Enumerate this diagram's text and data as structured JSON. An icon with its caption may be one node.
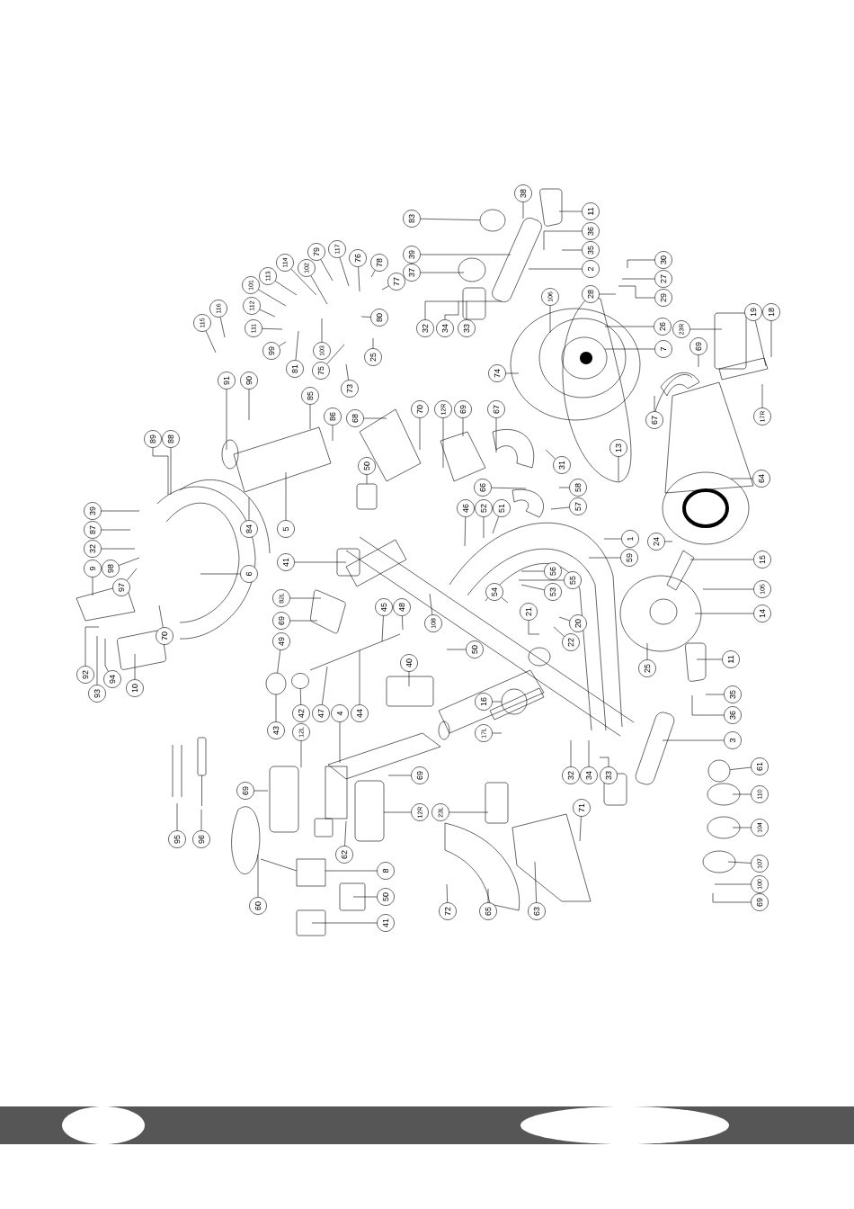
{
  "diagram": {
    "nodes": [
      {
        "text": [
          "38"
        ]
      },
      {
        "text": [
          "83"
        ]
      },
      {
        "text": [
          "11"
        ]
      },
      {
        "text": [
          "36"
        ]
      },
      {
        "text": [
          "35"
        ]
      },
      {
        "text": [
          "39"
        ]
      },
      {
        "text": [
          "2"
        ]
      },
      {
        "text": [
          "37"
        ]
      },
      {
        "text": [
          "30"
        ]
      },
      {
        "text": [
          "27"
        ]
      },
      {
        "text": [
          "29"
        ]
      },
      {
        "text": [
          "28"
        ]
      },
      {
        "text": [
          "32"
        ]
      },
      {
        "text": [
          "34"
        ]
      },
      {
        "text": [
          "33"
        ]
      },
      {
        "text": [
          "106"
        ]
      },
      {
        "text": [
          "26"
        ]
      },
      {
        "text": [
          "7"
        ]
      },
      {
        "text": [
          "23R"
        ]
      },
      {
        "text": [
          "69"
        ]
      },
      {
        "text": [
          "19"
        ]
      },
      {
        "text": [
          "18"
        ]
      },
      {
        "text": [
          "17R"
        ]
      },
      {
        "text": [
          "74"
        ]
      },
      {
        "text": [
          "67"
        ]
      },
      {
        "text": [
          "13"
        ]
      },
      {
        "text": [
          "64"
        ]
      },
      {
        "text": [
          "70"
        ]
      },
      {
        "text": [
          "12R"
        ]
      },
      {
        "text": [
          "69"
        ]
      },
      {
        "text": [
          "67"
        ]
      },
      {
        "text": [
          "31"
        ]
      },
      {
        "text": [
          "66"
        ]
      },
      {
        "text": [
          "58"
        ]
      },
      {
        "text": [
          "79"
        ]
      },
      {
        "text": [
          "117"
        ]
      },
      {
        "text": [
          "76"
        ]
      },
      {
        "text": [
          "78"
        ]
      },
      {
        "text": [
          "77"
        ]
      },
      {
        "text": [
          "114"
        ]
      },
      {
        "text": [
          "102"
        ]
      },
      {
        "text": [
          "113"
        ]
      },
      {
        "text": [
          "101"
        ]
      },
      {
        "text": [
          "112"
        ]
      },
      {
        "text": [
          "111"
        ]
      },
      {
        "text": [
          "99"
        ]
      },
      {
        "text": [
          "81"
        ]
      },
      {
        "text": [
          "103"
        ]
      },
      {
        "text": [
          "75"
        ]
      },
      {
        "text": [
          "73"
        ]
      },
      {
        "text": [
          "25"
        ]
      },
      {
        "text": [
          "80"
        ]
      },
      {
        "text": [
          "115"
        ]
      },
      {
        "text": [
          "116"
        ]
      },
      {
        "text": [
          "91"
        ]
      },
      {
        "text": [
          "90"
        ]
      },
      {
        "text": [
          "85"
        ]
      },
      {
        "text": [
          "86"
        ]
      },
      {
        "text": [
          "68"
        ]
      },
      {
        "text": [
          "89"
        ]
      },
      {
        "text": [
          "88"
        ]
      },
      {
        "text": [
          "84"
        ]
      },
      {
        "text": [
          "5"
        ]
      },
      {
        "text": [
          "50"
        ]
      },
      {
        "text": [
          "39"
        ]
      },
      {
        "text": [
          "87"
        ]
      },
      {
        "text": [
          "32"
        ]
      },
      {
        "text": [
          "9"
        ]
      },
      {
        "text": [
          "98"
        ]
      },
      {
        "text": [
          "97"
        ]
      },
      {
        "text": [
          "6"
        ]
      },
      {
        "text": [
          "70"
        ]
      },
      {
        "text": [
          "92"
        ]
      },
      {
        "text": [
          "93"
        ]
      },
      {
        "text": [
          "94"
        ]
      },
      {
        "text": [
          "10"
        ]
      },
      {
        "text": [
          "41"
        ]
      },
      {
        "text": [
          "82L"
        ]
      },
      {
        "text": [
          "69"
        ]
      },
      {
        "text": [
          "45"
        ]
      },
      {
        "text": [
          "48"
        ]
      },
      {
        "text": [
          "108"
        ]
      },
      {
        "text": [
          "49"
        ]
      },
      {
        "text": [
          "40"
        ]
      },
      {
        "text": [
          "43"
        ]
      },
      {
        "text": [
          "42"
        ]
      },
      {
        "text": [
          "47"
        ]
      },
      {
        "text": [
          "4"
        ]
      },
      {
        "text": [
          "44"
        ]
      },
      {
        "text": [
          "12L"
        ]
      },
      {
        "text": [
          "69"
        ]
      },
      {
        "text": [
          "69"
        ]
      },
      {
        "text": [
          "12R"
        ]
      },
      {
        "text": [
          "62"
        ]
      },
      {
        "text": [
          "95"
        ]
      },
      {
        "text": [
          "96"
        ]
      },
      {
        "text": [
          "8"
        ]
      },
      {
        "text": [
          "50"
        ]
      },
      {
        "text": [
          "41"
        ]
      },
      {
        "text": [
          "60"
        ]
      },
      {
        "text": [
          "46"
        ]
      },
      {
        "text": [
          "52"
        ]
      },
      {
        "text": [
          "51"
        ]
      },
      {
        "text": [
          "57"
        ]
      },
      {
        "text": [
          "1"
        ]
      },
      {
        "text": [
          "24"
        ]
      },
      {
        "text": [
          "59"
        ]
      },
      {
        "text": [
          "15"
        ]
      },
      {
        "text": [
          "56"
        ]
      },
      {
        "text": [
          "55"
        ]
      },
      {
        "text": [
          "105"
        ]
      },
      {
        "text": [
          "53"
        ]
      },
      {
        "text": [
          "54"
        ]
      },
      {
        "text": [
          "21"
        ]
      },
      {
        "text": [
          "20"
        ]
      },
      {
        "text": [
          "14"
        ]
      },
      {
        "text": [
          "22"
        ]
      },
      {
        "text": [
          "25"
        ]
      },
      {
        "text": [
          "50"
        ]
      },
      {
        "text": [
          "11"
        ]
      },
      {
        "text": [
          "35"
        ]
      },
      {
        "text": [
          "16"
        ]
      },
      {
        "text": [
          "36"
        ]
      },
      {
        "text": [
          "17L"
        ]
      },
      {
        "text": [
          "3"
        ]
      },
      {
        "text": [
          "32"
        ]
      },
      {
        "text": [
          "34"
        ]
      },
      {
        "text": [
          "33"
        ]
      },
      {
        "text": [
          "61"
        ]
      },
      {
        "text": [
          "110"
        ]
      },
      {
        "text": [
          "23L"
        ]
      },
      {
        "text": [
          "71"
        ]
      },
      {
        "text": [
          "104"
        ]
      },
      {
        "text": [
          "107"
        ]
      },
      {
        "text": [
          "100"
        ]
      },
      {
        "text": [
          "69"
        ]
      },
      {
        "text": [
          "72"
        ]
      },
      {
        "text": [
          "65"
        ]
      },
      {
        "text": [
          "63"
        ]
      },
      {
        "text": [],
        "shape": "circle"
      },
      {
        "text": [],
        "shape": "box"
      },
      {
        "text": [],
        "shape": "circle"
      },
      {
        "text": [],
        "shape": "circle"
      },
      {
        "text": [],
        "shape": "circle"
      },
      {
        "text": [],
        "shape": "circle"
      }
    ],
    "edges": [
      {
        "from": 0,
        "to": null,
        "arrow": "none"
      },
      {
        "from": 1,
        "to": 139,
        "arrow": "none"
      },
      {
        "from": 2,
        "to": null,
        "arrow": "none"
      },
      {
        "from": 3,
        "to": null,
        "arrow": "none"
      },
      {
        "from": 4,
        "to": null,
        "arrow": "none"
      },
      {
        "from": 5,
        "to": null,
        "arrow": "none"
      },
      {
        "from": 6,
        "to": null,
        "arrow": "none"
      },
      {
        "from": 7,
        "to": null,
        "arrow": "none"
      },
      {
        "from": 8,
        "to": null,
        "arrow": "none"
      },
      {
        "from": 9,
        "to": null,
        "arrow": "none"
      },
      {
        "from": 10,
        "to": null,
        "arrow": "none"
      },
      {
        "from": 11,
        "to": null,
        "arrow": "none"
      },
      {
        "from": 12,
        "to": null,
        "arrow": "none"
      },
      {
        "from": 13,
        "to": null,
        "arrow": "none"
      },
      {
        "from": 14,
        "to": null,
        "arrow": "none"
      },
      {
        "from": 15,
        "to": null,
        "arrow": "none"
      },
      {
        "from": 16,
        "to": null,
        "arrow": "none"
      },
      {
        "from": 17,
        "to": null,
        "arrow": "none"
      },
      {
        "from": 18,
        "to": null,
        "arrow": "none"
      },
      {
        "from": 19,
        "to": null,
        "arrow": "none"
      },
      {
        "from": 20,
        "to": null,
        "arrow": "none"
      },
      {
        "from": 21,
        "to": null,
        "arrow": "none"
      },
      {
        "from": 22,
        "to": null,
        "arrow": "none"
      },
      {
        "from": 23,
        "to": null,
        "arrow": "none"
      },
      {
        "from": 24,
        "to": null,
        "arrow": "none"
      },
      {
        "from": 25,
        "to": null,
        "arrow": "none"
      },
      {
        "from": 26,
        "to": null,
        "arrow": "none"
      },
      {
        "from": 27,
        "to": null,
        "arrow": "none"
      },
      {
        "from": 28,
        "to": null,
        "arrow": "none"
      },
      {
        "from": 29,
        "to": null,
        "arrow": "none"
      },
      {
        "from": 30,
        "to": null,
        "arrow": "none"
      },
      {
        "from": 31,
        "to": null,
        "arrow": "none"
      },
      {
        "from": 32,
        "to": null,
        "arrow": "none"
      },
      {
        "from": 33,
        "to": null,
        "arrow": "none"
      },
      {
        "from": 34,
        "to": null,
        "arrow": "none"
      },
      {
        "from": 35,
        "to": null,
        "arrow": "none"
      },
      {
        "from": 36,
        "to": null,
        "arrow": "none"
      },
      {
        "from": 37,
        "to": null,
        "arrow": "none"
      },
      {
        "from": 38,
        "to": null,
        "arrow": "none"
      },
      {
        "from": 39,
        "to": null,
        "arrow": "none"
      },
      {
        "from": 40,
        "to": null,
        "arrow": "none"
      },
      {
        "from": 41,
        "to": null,
        "arrow": "none"
      },
      {
        "from": 42,
        "to": null,
        "arrow": "none"
      },
      {
        "from": 43,
        "to": null,
        "arrow": "none"
      },
      {
        "from": 44,
        "to": null,
        "arrow": "none"
      },
      {
        "from": 45,
        "to": null,
        "arrow": "none"
      },
      {
        "from": 46,
        "to": null,
        "arrow": "none"
      },
      {
        "from": 47,
        "to": null,
        "arrow": "none"
      },
      {
        "from": 48,
        "to": null,
        "arrow": "none"
      },
      {
        "from": 49,
        "to": null,
        "arrow": "none"
      },
      {
        "from": 50,
        "to": null,
        "arrow": "none"
      },
      {
        "from": 51,
        "to": null,
        "arrow": "none"
      },
      {
        "from": 52,
        "to": null,
        "arrow": "none"
      },
      {
        "from": 53,
        "to": null,
        "arrow": "none"
      },
      {
        "from": 54,
        "to": null,
        "arrow": "none"
      },
      {
        "from": 55,
        "to": null,
        "arrow": "none"
      },
      {
        "from": 56,
        "to": null,
        "arrow": "none"
      },
      {
        "from": 57,
        "to": null,
        "arrow": "none"
      },
      {
        "from": 58,
        "to": null,
        "arrow": "none"
      },
      {
        "from": 59,
        "to": null,
        "arrow": "none"
      },
      {
        "from": 60,
        "to": null,
        "arrow": "none"
      },
      {
        "from": 61,
        "to": null,
        "arrow": "none"
      },
      {
        "from": 62,
        "to": null,
        "arrow": "none"
      },
      {
        "from": 63,
        "to": 140,
        "arrow": "none"
      },
      {
        "from": 64,
        "to": null,
        "arrow": "none"
      },
      {
        "from": 65,
        "to": null,
        "arrow": "none"
      },
      {
        "from": 66,
        "to": null,
        "arrow": "none"
      },
      {
        "from": 67,
        "to": null,
        "arrow": "none"
      },
      {
        "from": 68,
        "to": null,
        "arrow": "none"
      },
      {
        "from": 69,
        "to": null,
        "arrow": "none"
      },
      {
        "from": 70,
        "to": null,
        "arrow": "none"
      },
      {
        "from": 71,
        "to": null,
        "arrow": "none"
      },
      {
        "from": 72,
        "to": null,
        "arrow": "none"
      },
      {
        "from": 73,
        "to": null,
        "arrow": "none"
      },
      {
        "from": 74,
        "to": null,
        "arrow": "none"
      },
      {
        "from": 75,
        "to": null,
        "arrow": "none"
      },
      {
        "from": 76,
        "to": null,
        "arrow": "none"
      },
      {
        "from": 77,
        "to": null,
        "arrow": "none"
      },
      {
        "from": 78,
        "to": null,
        "arrow": "none"
      },
      {
        "from": 79,
        "to": null,
        "arrow": "none"
      },
      {
        "from": 80,
        "to": null,
        "arrow": "none"
      },
      {
        "from": 81,
        "to": null,
        "arrow": "none"
      },
      {
        "from": 82,
        "to": 141,
        "arrow": "none"
      },
      {
        "from": 83,
        "to": null,
        "arrow": "none"
      },
      {
        "from": 84,
        "to": 141,
        "arrow": "none"
      },
      {
        "from": 85,
        "to": 142,
        "arrow": "none"
      },
      {
        "from": 86,
        "to": null,
        "arrow": "none"
      },
      {
        "from": 87,
        "to": null,
        "arrow": "none"
      },
      {
        "from": 88,
        "to": null,
        "arrow": "none"
      },
      {
        "from": 89,
        "to": null,
        "arrow": "none"
      },
      {
        "from": 90,
        "to": null,
        "arrow": "none"
      },
      {
        "from": 91,
        "to": null,
        "arrow": "none"
      },
      {
        "from": 92,
        "to": null,
        "arrow": "none"
      },
      {
        "from": 93,
        "to": null,
        "arrow": "none"
      },
      {
        "from": 94,
        "to": null,
        "arrow": "none"
      },
      {
        "from": 95,
        "to": null,
        "arrow": "none"
      },
      {
        "from": 96,
        "to": null,
        "arrow": "none"
      },
      {
        "from": 97,
        "to": null,
        "arrow": "none"
      },
      {
        "from": 98,
        "to": null,
        "arrow": "none"
      },
      {
        "from": 99,
        "to": null,
        "arrow": "none"
      },
      {
        "from": 100,
        "to": null,
        "arrow": "none"
      },
      {
        "from": 101,
        "to": null,
        "arrow": "none"
      },
      {
        "from": 102,
        "to": null,
        "arrow": "none"
      },
      {
        "from": 103,
        "to": null,
        "arrow": "none"
      },
      {
        "from": 104,
        "to": null,
        "arrow": "none"
      },
      {
        "from": 105,
        "to": null,
        "arrow": "none"
      },
      {
        "from": 106,
        "to": null,
        "arrow": "none"
      },
      {
        "from": 107,
        "to": null,
        "arrow": "none"
      },
      {
        "from": 108,
        "to": null,
        "arrow": "none"
      },
      {
        "from": 109,
        "to": null,
        "arrow": "none"
      },
      {
        "from": 110,
        "to": null,
        "arrow": "none"
      },
      {
        "from": 111,
        "to": null,
        "arrow": "none"
      },
      {
        "from": 112,
        "to": null,
        "arrow": "none"
      },
      {
        "from": 113,
        "to": null,
        "arrow": "none"
      },
      {
        "from": 114,
        "to": null,
        "arrow": "none"
      },
      {
        "from": 115,
        "to": null,
        "arrow": "none"
      },
      {
        "from": 116,
        "to": null,
        "arrow": "none"
      },
      {
        "from": 117,
        "to": null,
        "arrow": "none"
      },
      {
        "from": 118,
        "to": null,
        "arrow": "none"
      },
      {
        "from": 119,
        "to": null,
        "arrow": "none"
      },
      {
        "from": 120,
        "to": null,
        "arrow": "none"
      },
      {
        "from": 121,
        "to": 143,
        "arrow": "none"
      },
      {
        "from": 122,
        "to": null,
        "arrow": "none"
      },
      {
        "from": 123,
        "to": null,
        "arrow": "none"
      },
      {
        "from": 124,
        "to": null,
        "arrow": "none"
      },
      {
        "from": 125,
        "to": null,
        "arrow": "none"
      },
      {
        "from": 126,
        "to": null,
        "arrow": "none"
      },
      {
        "from": 127,
        "to": null,
        "arrow": "none"
      },
      {
        "from": 128,
        "to": 144,
        "arrow": "none"
      },
      {
        "from": 129,
        "to": null,
        "arrow": "none"
      },
      {
        "from": 130,
        "to": null,
        "arrow": "none"
      },
      {
        "from": 131,
        "to": null,
        "arrow": "none"
      },
      {
        "from": 132,
        "to": null,
        "arrow": "none"
      },
      {
        "from": 133,
        "to": null,
        "arrow": "none"
      },
      {
        "from": 134,
        "to": null,
        "arrow": "none"
      },
      {
        "from": 135,
        "to": null,
        "arrow": "none"
      },
      {
        "from": 136,
        "to": null,
        "arrow": "none"
      },
      {
        "from": 137,
        "to": null,
        "arrow": "none"
      },
      {
        "from": 138,
        "to": null,
        "arrow": "none"
      }
    ]
  }
}
